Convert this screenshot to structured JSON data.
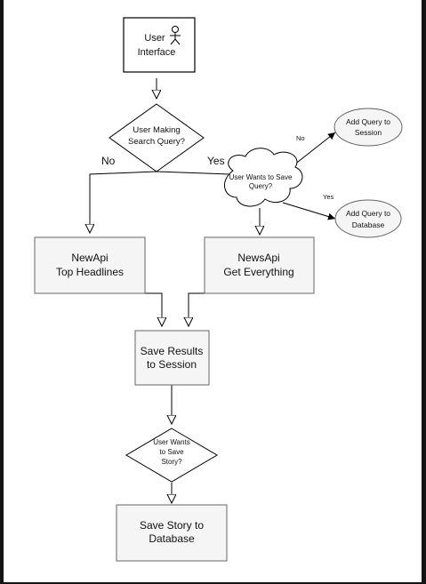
{
  "diagram": {
    "user_interface": {
      "line1": "User",
      "line2": "Interface"
    },
    "search_decision": {
      "line1": "User Making",
      "line2": "Search Query?"
    },
    "no_label": "No",
    "yes_label": "Yes",
    "save_query_cloud": {
      "line1": "User Wants to Save",
      "line2": "Query?"
    },
    "cloud_no_label": "No",
    "cloud_yes_label": "Yes",
    "add_query_session": {
      "line1": "Add Query to",
      "line2": "Session"
    },
    "add_query_database": {
      "line1": "Add Query to",
      "line2": "Database"
    },
    "top_headlines": {
      "line1": "NewApi",
      "line2": "Top Headlines"
    },
    "get_everything": {
      "line1": "NewsApi",
      "line2": "Get Everything"
    },
    "save_results": {
      "line1": "Save Results",
      "line2": "to Session"
    },
    "save_story_decision": {
      "line1": "User Wants",
      "line2": "to Save",
      "line3": "Story?"
    },
    "save_story_db": {
      "line1": "Save Story to",
      "line2": "Database"
    }
  },
  "colors": {
    "page_background": "#141414",
    "canvas_background": "#ffffff",
    "box_fill": "#f5f5f5",
    "box_border": "#666666",
    "stroke": "#000000"
  }
}
